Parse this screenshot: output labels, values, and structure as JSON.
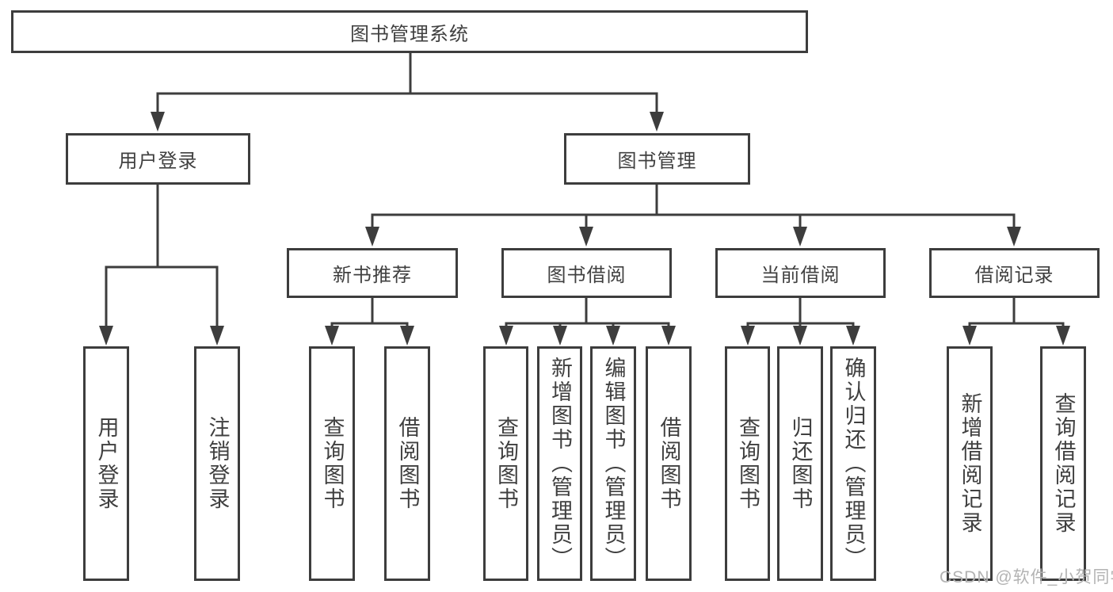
{
  "tree": {
    "root": {
      "label": "图书管理系统"
    },
    "branches": [
      {
        "label": "用户登录",
        "leaves": [
          "用户登录",
          "注销登录"
        ]
      },
      {
        "label": "图书管理",
        "groups": [
          {
            "label": "新书推荐",
            "leaves": [
              "查询图书",
              "借阅图书"
            ]
          },
          {
            "label": "图书借阅",
            "leaves": [
              "查询图书",
              "新增图书（管理员）",
              "编辑图书（管理员）",
              "借阅图书"
            ]
          },
          {
            "label": "当前借阅",
            "leaves": [
              "查询图书",
              "归还图书",
              "确认归还（管理员）"
            ]
          },
          {
            "label": "借阅记录",
            "leaves": [
              "新增借阅记录",
              "查询借阅记录"
            ]
          }
        ]
      }
    ]
  },
  "watermark": "CSDN @软件_小贺同学",
  "colors": {
    "line": "#3d3d3d",
    "text": "#404040",
    "watermark": "#b3b3b3",
    "background": "#ffffff"
  }
}
